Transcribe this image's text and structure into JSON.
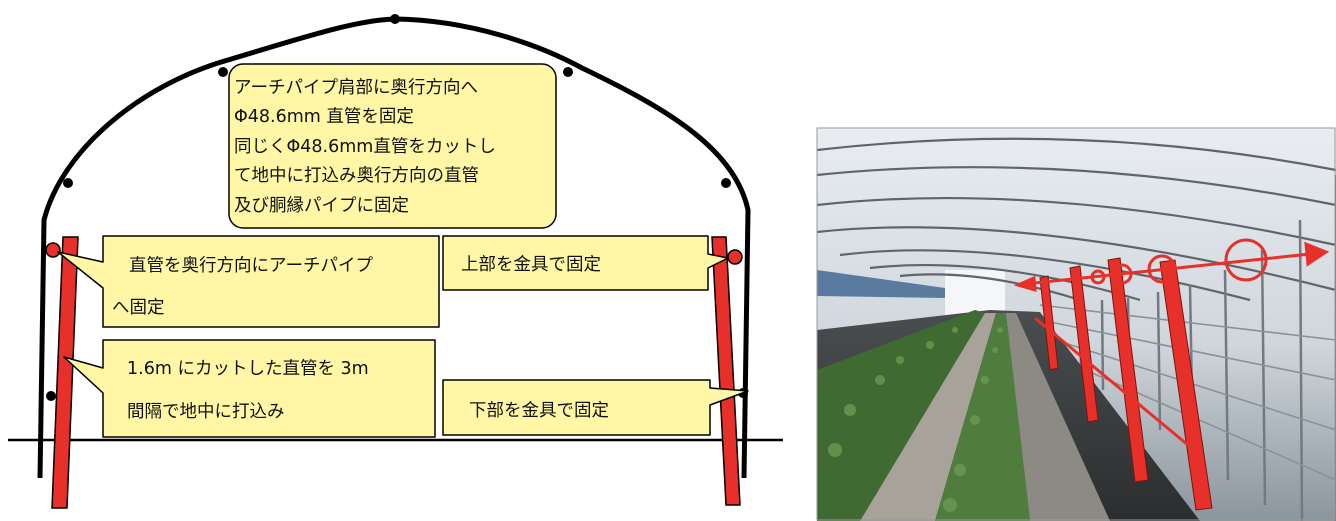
{
  "callouts": {
    "top": {
      "lines": [
        "アーチパイプ肩部に奥行方向へ",
        "Φ48.6mm 直管を固定",
        "同じくΦ48.6mm直管をカットし",
        "て地中に打込み奥行方向の直管",
        "及び胴縁パイプに固定"
      ]
    },
    "left_upper": {
      "lines": [
        "直管を奥行方向にアーチパイプ",
        "へ固定"
      ]
    },
    "left_lower": {
      "lines": [
        "1.6m にカットした直管を 3m",
        "間隔で地中に打込み"
      ]
    },
    "right_upper": {
      "lines": [
        "上部を金具で固定"
      ]
    },
    "right_lower": {
      "lines": [
        "下部を金具で固定"
      ]
    }
  },
  "colors": {
    "callout_fill": "#FFF7A6",
    "pipe_red": "#E8302A",
    "structure_black": "#000000"
  }
}
